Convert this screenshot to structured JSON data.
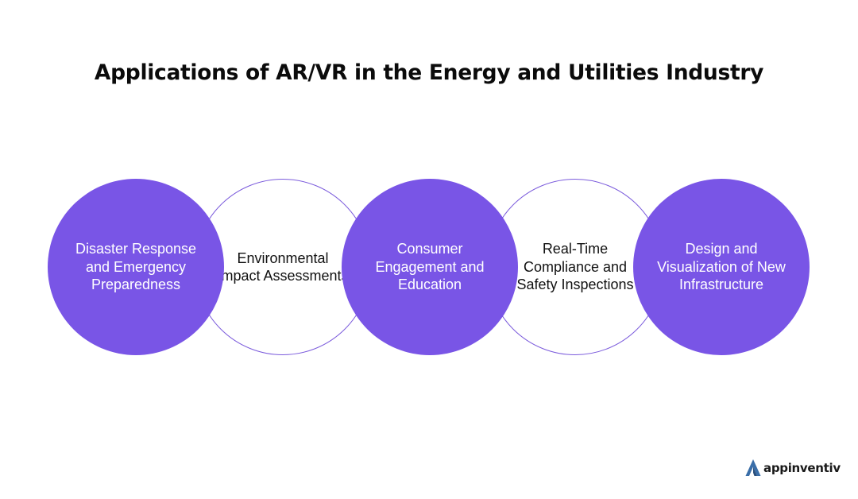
{
  "title": "Applications of AR/VR in the Energy and Utilities Industry",
  "colors": {
    "accent": "#7955e6",
    "outline": "#7b5bdc",
    "logo_blue": "#3a6ea8"
  },
  "items": [
    {
      "label": "Disaster Response and Emergency Preparedness",
      "style": "filled"
    },
    {
      "label": "Environmental Impact Assessments",
      "style": "outline"
    },
    {
      "label": "Consumer Engagement and Education",
      "style": "filled"
    },
    {
      "label": "Real-Time Compliance and Safety Inspections",
      "style": "outline"
    },
    {
      "label": "Design and Visualization of New Infrastructure",
      "style": "filled"
    }
  ],
  "logo": {
    "text": "appinventiv",
    "icon": "appinventiv-logo-icon"
  }
}
